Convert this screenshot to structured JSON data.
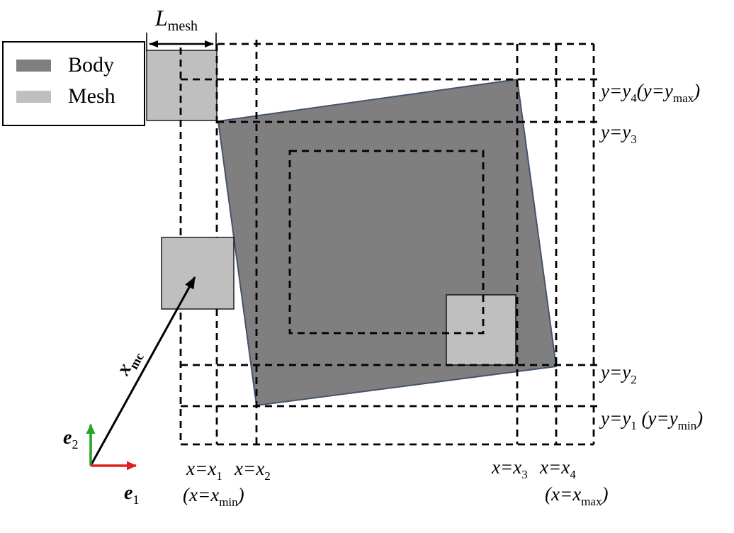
{
  "legend": {
    "body_label": "Body",
    "mesh_label": "Mesh"
  },
  "labels": {
    "lmesh": {
      "main": "L",
      "sub": "mesh"
    },
    "y4": {
      "a": "y=y",
      "b": "4",
      "c": "(y=y",
      "d": "max",
      "e": ")"
    },
    "y3": {
      "a": "y=y",
      "b": "3"
    },
    "y2": {
      "a": "y=y",
      "b": "2"
    },
    "y1": {
      "a": "y=y",
      "b": "1",
      "c": " (y=y",
      "d": "min",
      "e": ")"
    },
    "x1": {
      "a": "x=x",
      "b": "1"
    },
    "x2": {
      "a": "x=x",
      "b": "2"
    },
    "x3": {
      "a": "x=x",
      "b": "3"
    },
    "x4": {
      "a": "x=x",
      "b": "4"
    },
    "xmin": {
      "a": "(x=x",
      "b": "min",
      "c": ")"
    },
    "xmax": {
      "a": "(x=x",
      "b": "max",
      "c": ")"
    },
    "xmc": {
      "a": "x",
      "b": "mc"
    },
    "e1": {
      "a": "e",
      "b": "1"
    },
    "e2": {
      "a": "e",
      "b": "2"
    }
  },
  "colors": {
    "body_fill": "#7F7F7F",
    "body_border": "#44546A",
    "mesh_fill": "#BFBFBF",
    "grid_line": "#000000",
    "e1_arrow": "#E02020",
    "e2_arrow": "#28A428",
    "xmc_arrow": "#000000"
  }
}
